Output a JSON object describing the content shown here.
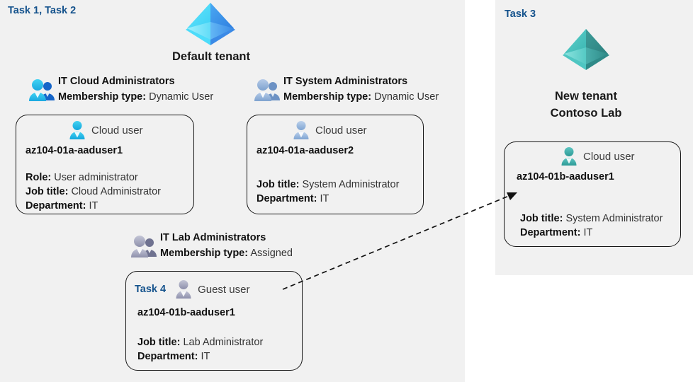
{
  "panels": {
    "left": {
      "task_label": "Task 1, Task 2"
    },
    "right": {
      "task_label": "Task 3"
    }
  },
  "tenants": {
    "default": {
      "icon": "azure-tenant-icon",
      "label": "Default tenant"
    },
    "new": {
      "icon": "azure-tenant-icon",
      "label_line1": "New  tenant",
      "label_line2": "Contoso Lab"
    }
  },
  "groups": [
    {
      "id": "it-cloud-administrators",
      "icon": "group-users-icon",
      "title": "IT Cloud Administrators",
      "meta_label": "Membership type:",
      "meta_value": "Dynamic User"
    },
    {
      "id": "it-system-administrators",
      "icon": "group-users-icon",
      "title": "IT System Administrators",
      "meta_label": "Membership type:",
      "meta_value": "Dynamic User"
    },
    {
      "id": "it-lab-administrators",
      "icon": "group-users-icon",
      "title": "IT Lab Administrators",
      "meta_label": "Membership type:",
      "meta_value": "Assigned"
    }
  ],
  "cards": [
    {
      "id": "az104-01a-aaduser1",
      "task": "",
      "user_type": "Cloud user",
      "user_icon": "cloud-user-icon",
      "username": "az104-01a-aaduser1",
      "props": [
        {
          "label": "Role:",
          "value": "User administrator"
        },
        {
          "label": "Job title:",
          "value": "Cloud Administrator"
        },
        {
          "label": "Department:",
          "value": "IT"
        }
      ]
    },
    {
      "id": "az104-01a-aaduser2",
      "task": "",
      "user_type": "Cloud user",
      "user_icon": "cloud-user-icon",
      "username": "az104-01a-aaduser2",
      "props": [
        {
          "label": "Job title:",
          "value": "System Administrator"
        },
        {
          "label": "Department:",
          "value": "IT"
        }
      ]
    },
    {
      "id": "az104-01b-aaduser1-guest",
      "task": "Task 4",
      "user_type": "Guest user",
      "user_icon": "guest-user-icon",
      "username": "az104-01b-aaduser1",
      "props": [
        {
          "label": "Job title:",
          "value": "Lab Administrator"
        },
        {
          "label": "Department:",
          "value": "IT"
        }
      ]
    },
    {
      "id": "az104-01b-aaduser1-new-tenant",
      "task": "",
      "user_type": "Cloud user",
      "user_icon": "cloud-user-icon",
      "username": "az104-01b-aaduser1",
      "props": [
        {
          "label": "Job title:",
          "value": "System Administrator"
        },
        {
          "label": "Department:",
          "value": "IT"
        }
      ]
    }
  ],
  "connector": {
    "name": "guest-invite-arrow",
    "style": "dashed-arrow",
    "from": "az104-01b-aaduser1-guest",
    "to": "az104-01b-aaduser1-new-tenant"
  },
  "colors": {
    "panel_background": "#f1f1f1",
    "task_label": "#14528c",
    "card_border": "#171717",
    "tenant_blue": "#3fc8f5",
    "tenant_teal": "#3fb3ad",
    "group_blue": "#22a7e8",
    "group_gray": "#8b8da6"
  }
}
